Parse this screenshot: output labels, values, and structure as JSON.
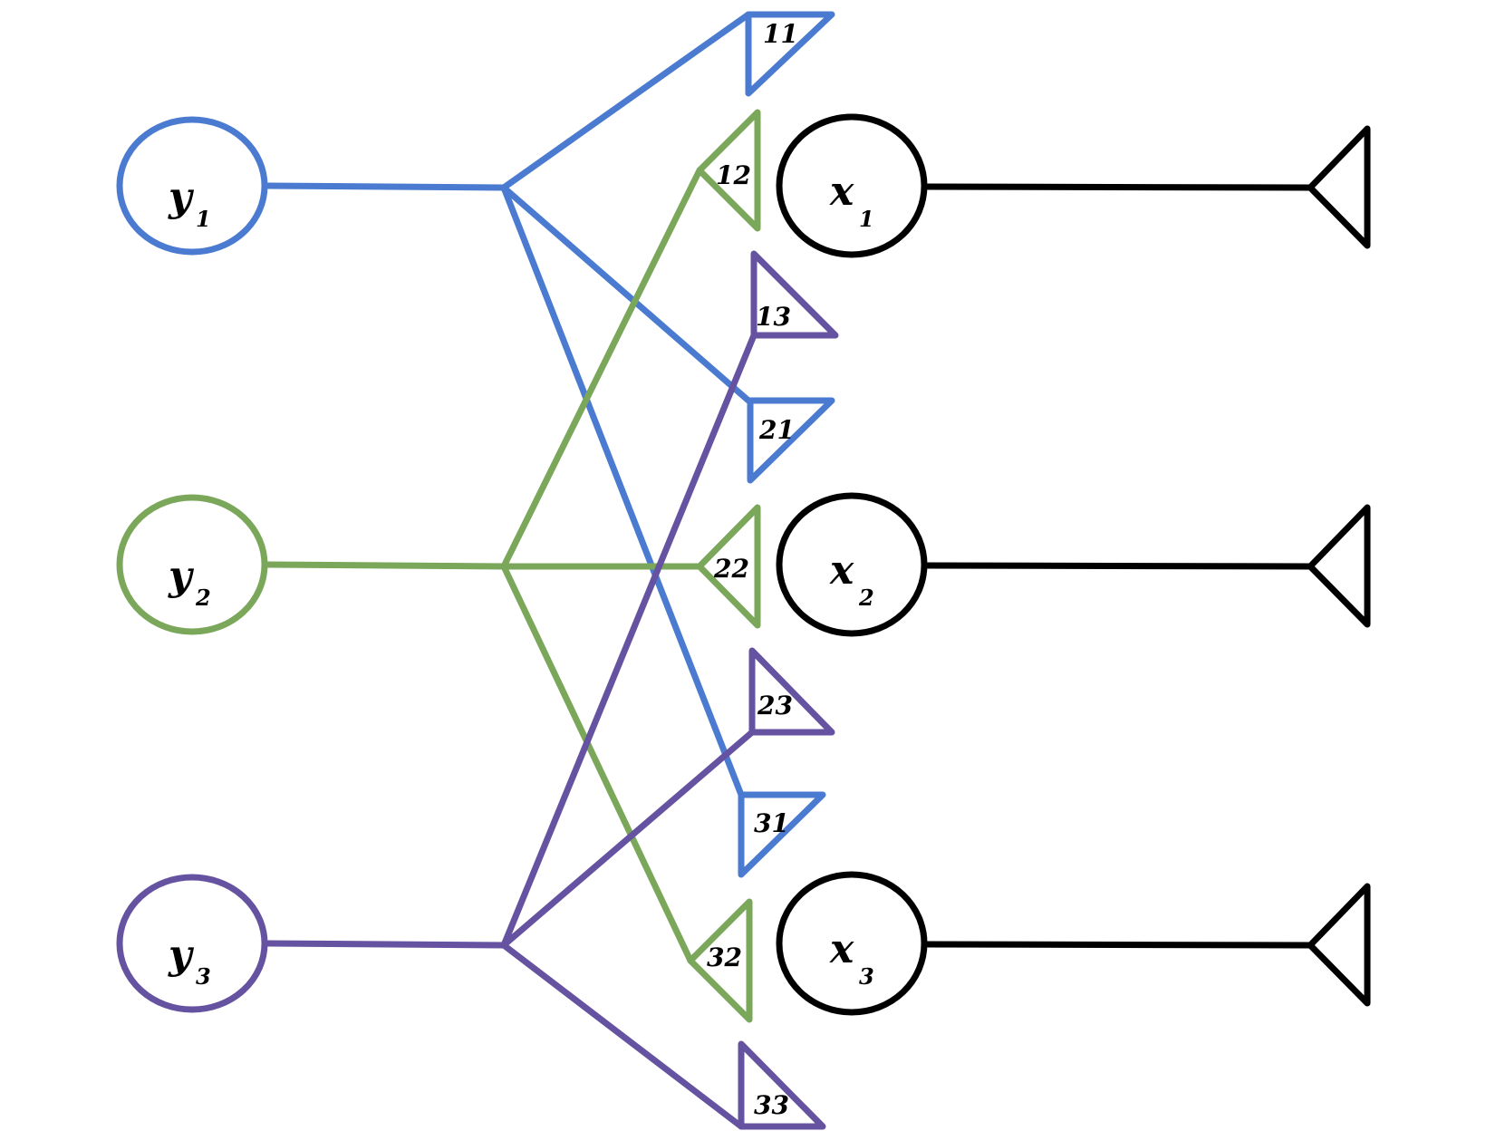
{
  "colors": {
    "y1": "#4A7BD0",
    "y2": "#7BA75A",
    "y3": "#6552A0",
    "x": "#000000"
  },
  "nodes": {
    "y1": {
      "letter": "y",
      "sub": "1"
    },
    "y2": {
      "letter": "y",
      "sub": "2"
    },
    "y3": {
      "letter": "y",
      "sub": "3"
    },
    "x1": {
      "letter": "x",
      "sub": "1"
    },
    "x2": {
      "letter": "x",
      "sub": "2"
    },
    "x3": {
      "letter": "x",
      "sub": "3"
    }
  },
  "edges": {
    "e11": "11",
    "e12": "12",
    "e13": "13",
    "e21": "21",
    "e22": "22",
    "e23": "23",
    "e31": "31",
    "e32": "32",
    "e33": "33"
  }
}
